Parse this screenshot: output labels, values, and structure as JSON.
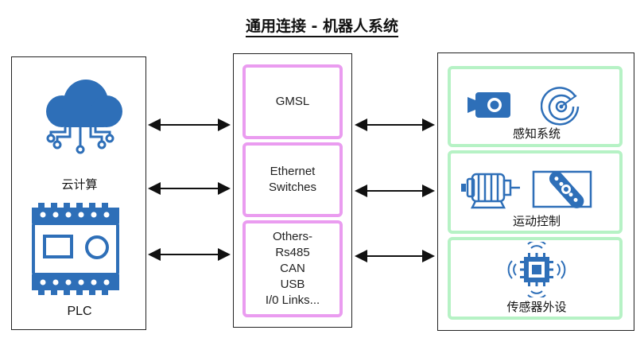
{
  "title": "通用连接 - 机器人系统",
  "left": {
    "cloud_label": "云计算",
    "plc_label": "PLC"
  },
  "middle": {
    "gmsl": "GMSL",
    "ethernet_line1": "Ethernet",
    "ethernet_line2": "Switches",
    "others_lines": [
      "Others-",
      "Rs485",
      "CAN",
      "USB",
      "I/0 Links..."
    ]
  },
  "right": {
    "perception_label": "感知系统",
    "motion_label": "运动控制",
    "sensor_label": "传感器外设"
  },
  "colors": {
    "icon_blue": "#2e6fb8",
    "pink_border": "#ea9cf0",
    "green_border": "#b6f2c5"
  }
}
